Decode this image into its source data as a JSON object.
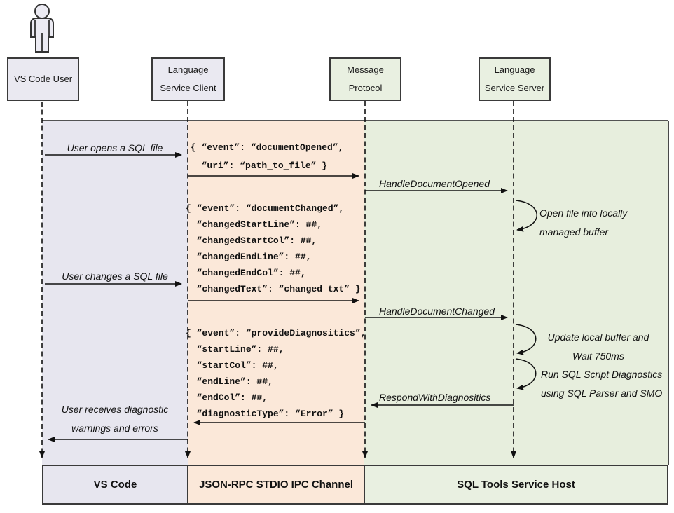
{
  "actors": {
    "user": {
      "lines": [
        "VS Code User",
        ""
      ]
    },
    "client": {
      "lines": [
        "Language",
        "Service Client"
      ]
    },
    "protocol": {
      "lines": [
        "Message",
        "Protocol"
      ]
    },
    "server": {
      "lines": [
        "Language",
        "Service Server"
      ]
    }
  },
  "lanes": {
    "vscode": {
      "label": "VS Code",
      "color": "#e7e6ef"
    },
    "ipc": {
      "label": "JSON-RPC STDIO IPC Channel",
      "color": "#fbe8d9"
    },
    "host": {
      "label": "SQL Tools Service Host",
      "color": "#e7eedd"
    }
  },
  "messages": {
    "user_opens": "User opens a SQL file",
    "handle_opened": "HandleDocumentOpened",
    "user_changes": "User changes a SQL file",
    "handle_changed": "HandleDocumentChanged",
    "respond_diagnostics": "RespondWithDiagnositics",
    "user_receives": {
      "lines": [
        "User receives diagnostic",
        "warnings and errors"
      ]
    }
  },
  "notes": {
    "open_file": {
      "lines": [
        "Open file into locally",
        "managed buffer"
      ]
    },
    "update_buffer": {
      "lines": [
        "Update local buffer and",
        "Wait 750ms"
      ]
    },
    "run_diagnostics": {
      "lines": [
        "Run SQL Script Diagnostics",
        "using SQL Parser and SMO"
      ]
    }
  },
  "payloads": {
    "document_opened": {
      "lines": [
        "{ “event”: “documentOpened”,",
        "  “uri”: “path_to_file” }"
      ]
    },
    "document_changed": {
      "lines": [
        "{ “event”: “documentChanged”,",
        "  “changedStartLine”: ##,",
        "  “changedStartCol”: ##,",
        "  “changedEndLine”: ##,",
        "  “changedEndCol”: ##,",
        "  “changedText”: “changed txt” }"
      ]
    },
    "provide_diagnostics": {
      "lines": [
        "{ “event”: “provideDiagnositics”,",
        "  “startLine”: ##,",
        "  “startCol”: ##,",
        "  “endLine”: ##,",
        "  “endCol”: ##,",
        "  “diagnosticType”: “Error” }"
      ]
    }
  }
}
